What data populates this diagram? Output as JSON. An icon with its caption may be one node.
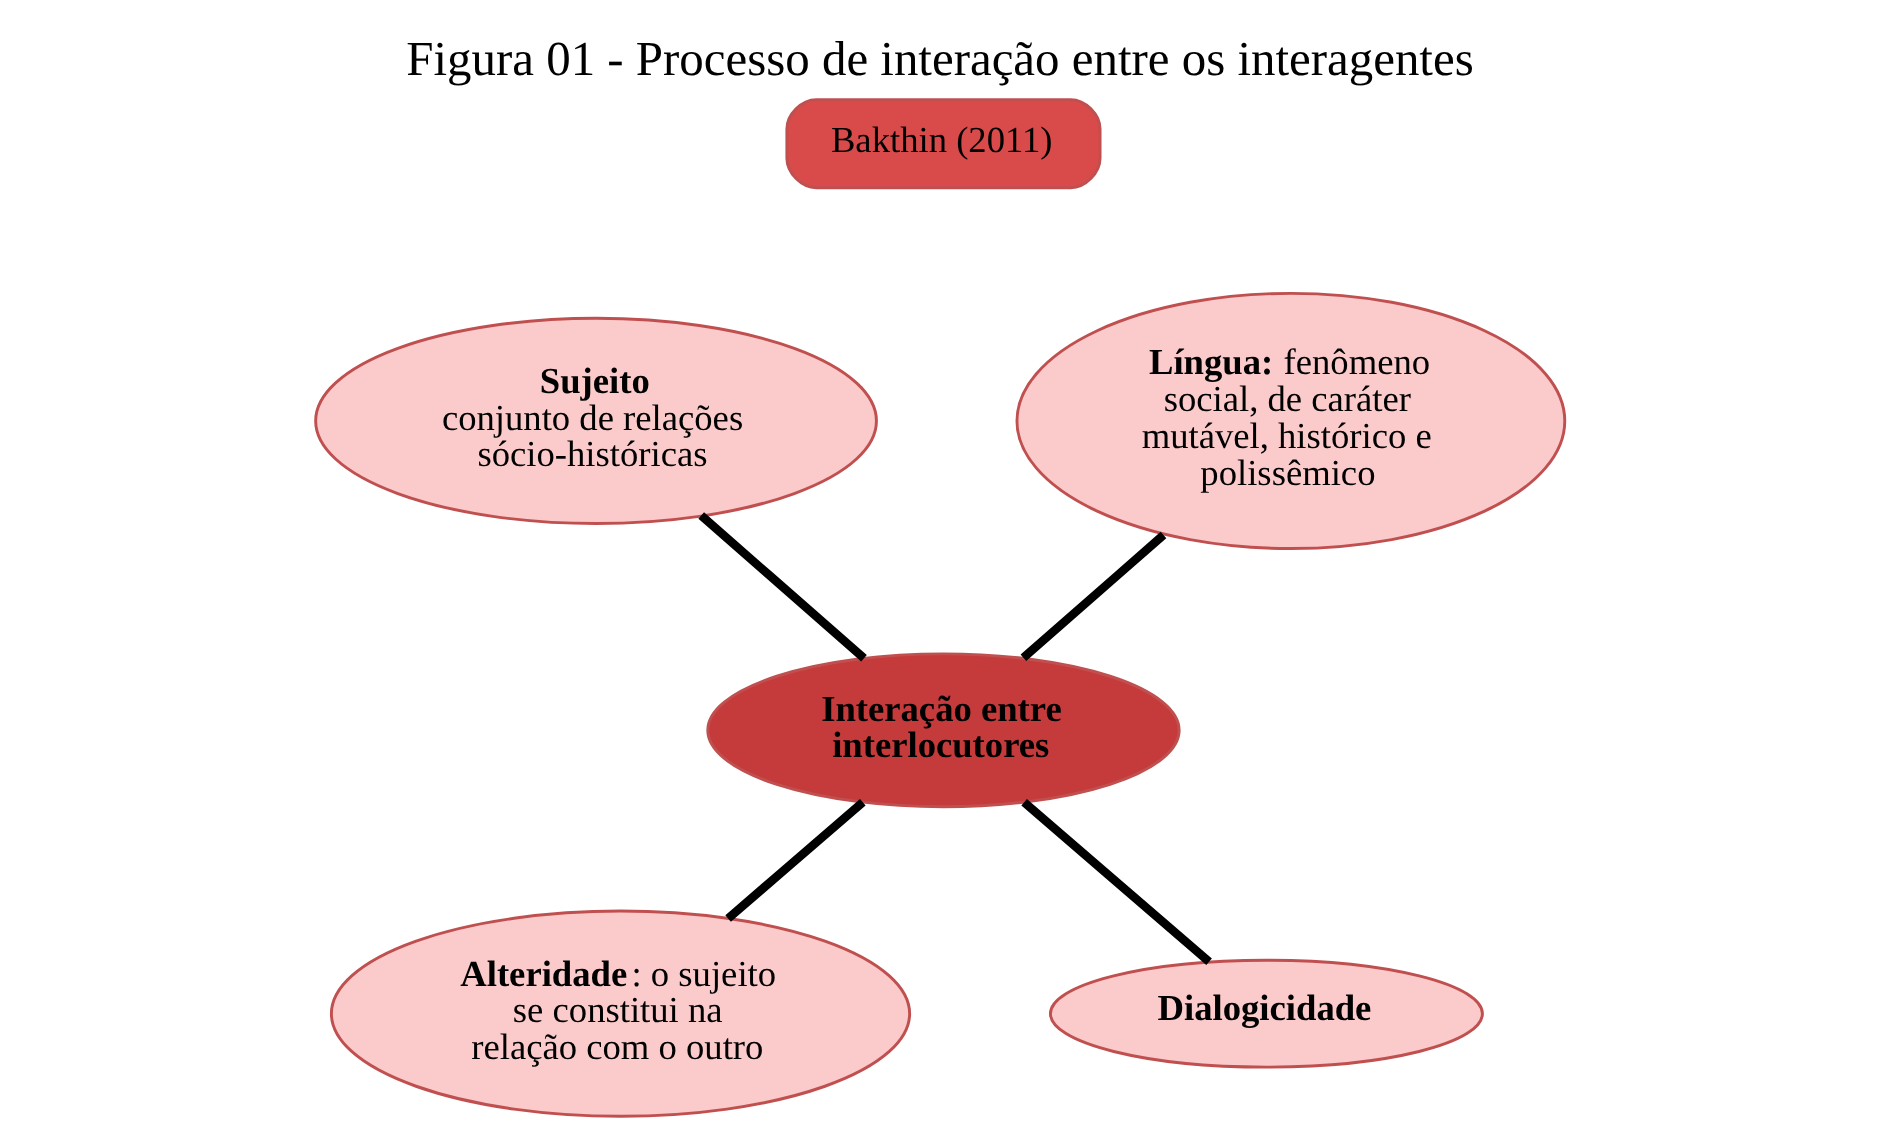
{
  "diagram": {
    "title": "Figura 01 - Processo de interação entre os interagentes",
    "nodes": [
      {
        "text": [
          "Bakthin (2011)"
        ]
      },
      {
        "text": [
          "Sujeito",
          "conjunto de relações sócio-históricas"
        ]
      },
      {
        "text": [
          "**Língua:** fenômeno social, de caráter mutável, histórico e polissêmico"
        ]
      },
      {
        "text": [
          "Interação entre interlocutores"
        ]
      },
      {
        "text": [
          "**Alteridade**: o sujeito se constitui na relação com o outro"
        ]
      },
      {
        "text": [
          "Dialogicidade"
        ]
      }
    ],
    "edges": [
      {
        "from": 1,
        "to": 3,
        "arrow": "none"
      },
      {
        "from": 2,
        "to": 3,
        "arrow": "none"
      },
      {
        "from": 3,
        "to": 4,
        "arrow": "none"
      },
      {
        "from": 3,
        "to": 5,
        "arrow": "none"
      }
    ]
  }
}
